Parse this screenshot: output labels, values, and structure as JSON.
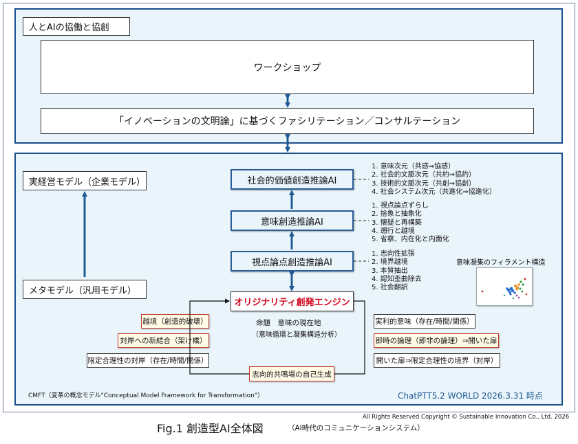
{
  "top_panel": {
    "header": "人とAIの協働と協創",
    "workshop": "ワークショップ",
    "facilitation": "「イノベーションの文明論」に基づくファシリテーション／コンサルテーション"
  },
  "bottom_panel": {
    "real_model": "実経営モデル（企業モデル）",
    "meta_model": "メタモデル（汎用モデル）",
    "social_value_ai": "社会的価値創造推論AI",
    "meaning_ai": "意味創造推論AI",
    "viewpoint_ai": "視点論点創造推論AI",
    "engine": "オリジナリティ創発エンジン",
    "proposition_line1": "命題　意味の現在地",
    "proposition_line2": "（意味循環と凝集構造分析）",
    "social_list": [
      "1. 意味次元（共感⇒協感）",
      "2. 社会的文脈次元（共約⇒協約）",
      "3. 技術的文脈次元（共創⇒協創）",
      "4. 社会システム次元（共進化⇒協進化）"
    ],
    "meaning_list": [
      "1. 視点論点ずらし",
      "2. 捨象と抽象化",
      "3. 懐疑と再構築",
      "4. 遡行と越境",
      "5. 省察、内在化と内面化"
    ],
    "viewpoint_list": [
      "1. 志向性拡張",
      "2. 境界越境",
      "3. 本質抽出",
      "4. 認知歪曲除去",
      "5. 社会翻訳"
    ],
    "filament_title": "意味凝集のフィラメント構造",
    "left_tags": {
      "breach": "越境（創造的破壊）",
      "recombine": "対岸への新結合（架け橋）",
      "limited": "限定合理性の対岸（存在/時間/関係）"
    },
    "right_tags": {
      "practical": "実利的意味（存在/時間/関係）",
      "instant": "即時の論理（即非の論理）⇒開いた扉",
      "opened": "開いた扉⇒限定合理性の境界（対岸）"
    },
    "bottom_tag": "志向的共鳴場の自己生成",
    "cmft": "CMFT（変革の概念モデル\"Conceptual Model Framework for Transformation\"）",
    "version": "ChatPTT5.2 WORLD 2026.3.31 時点"
  },
  "footer": {
    "copyright": "All Rights Reserved Copyright ©  Sustainable Innovation Co., Ltd.  2026",
    "fig_title": "Fig.1 創造型AI全体図",
    "fig_sub": "（AI時代のコミュニケーションシステム）"
  },
  "colors": {
    "panel_bg": "#eaf4fb",
    "panel_border": "#1b4f8a",
    "arrow": "#1f5a94",
    "engine_text": "#d0021b",
    "tag_red_border": "#c0392b"
  }
}
